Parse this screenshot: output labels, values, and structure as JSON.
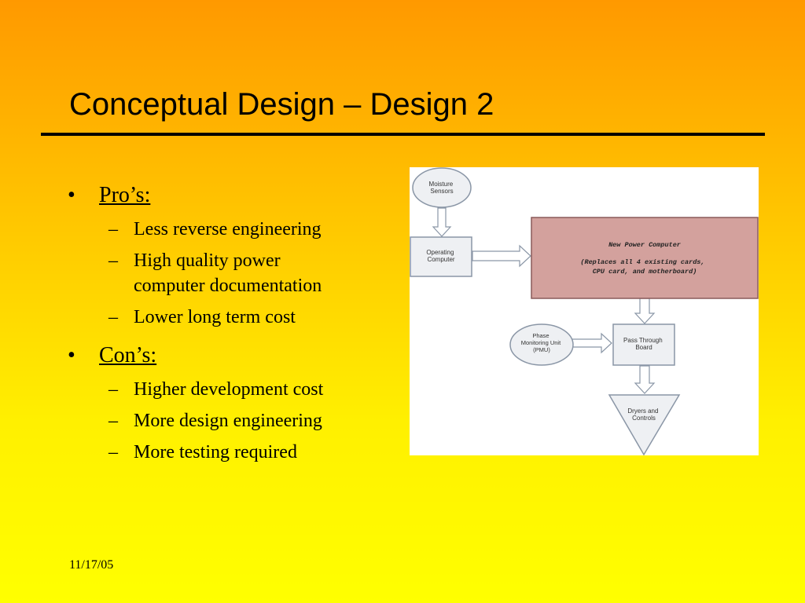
{
  "slide": {
    "title": "Conceptual Design – Design 2",
    "date": "11/17/05"
  },
  "pros": {
    "heading": "Pro’s:",
    "items": [
      "Less reverse engineering",
      "High quality power",
      "computer documentation",
      "Lower long term cost"
    ]
  },
  "cons": {
    "heading": "Con’s:",
    "items": [
      "Higher development cost",
      "More design engineering",
      "More testing required"
    ]
  },
  "diagram": {
    "moisture_sensors": [
      "Moisture",
      "Sensors"
    ],
    "operating_computer": [
      "Operating",
      "Computer"
    ],
    "new_power_computer": {
      "title": "New Power Computer",
      "note": [
        "(Replaces all 4 existing cards,",
        "CPU card, and motherboard)"
      ]
    },
    "pmu": [
      "Phase",
      "Monitoring Unit",
      "(PMU)"
    ],
    "pass_through_board": [
      "Pass Through",
      "Board"
    ],
    "dryers_and_controls": [
      "Dryers and",
      "Controls"
    ]
  },
  "colors": {
    "gradient_top": "#FF9900",
    "gradient_bottom": "#FFFF00",
    "node_fill": "#EEF0F3",
    "node_stroke": "#8A96A6",
    "power_computer_fill": "#D3A19D",
    "power_computer_stroke": "#8A5A5A",
    "arrow_fill": "#FFFFFF"
  }
}
